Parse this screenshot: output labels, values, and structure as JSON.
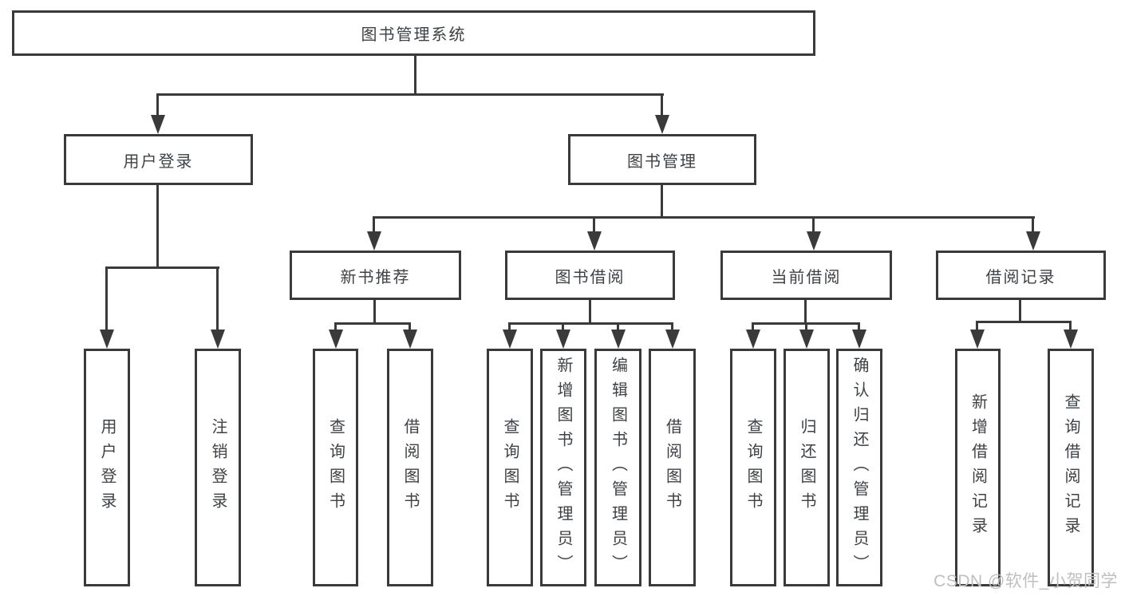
{
  "diagram": {
    "root": {
      "label": "图书管理系统"
    },
    "level2": [
      {
        "label": "用户登录"
      },
      {
        "label": "图书管理"
      }
    ],
    "level3": [
      {
        "label": "新书推荐"
      },
      {
        "label": "图书借阅"
      },
      {
        "label": "当前借阅"
      },
      {
        "label": "借阅记录"
      }
    ],
    "leaves": {
      "user_login": [
        "用户登录",
        "注销登录"
      ],
      "new_book": [
        "查询图书",
        "借阅图书"
      ],
      "book_borrow": [
        "查询图书",
        "新增图书（管理员）",
        "编辑图书（管理员）",
        "借阅图书"
      ],
      "current_borrow": [
        "查询图书",
        "归还图书",
        "确认归还（管理员）"
      ],
      "borrow_record": [
        "新增借阅记录",
        "查询借阅记录"
      ]
    }
  },
  "watermark": "CSDN @软件_小贺同学",
  "colors": {
    "line": "#3a3a3a",
    "text": "#3e4145",
    "watermark": "#bfbfbf",
    "background": "#ffffff"
  }
}
